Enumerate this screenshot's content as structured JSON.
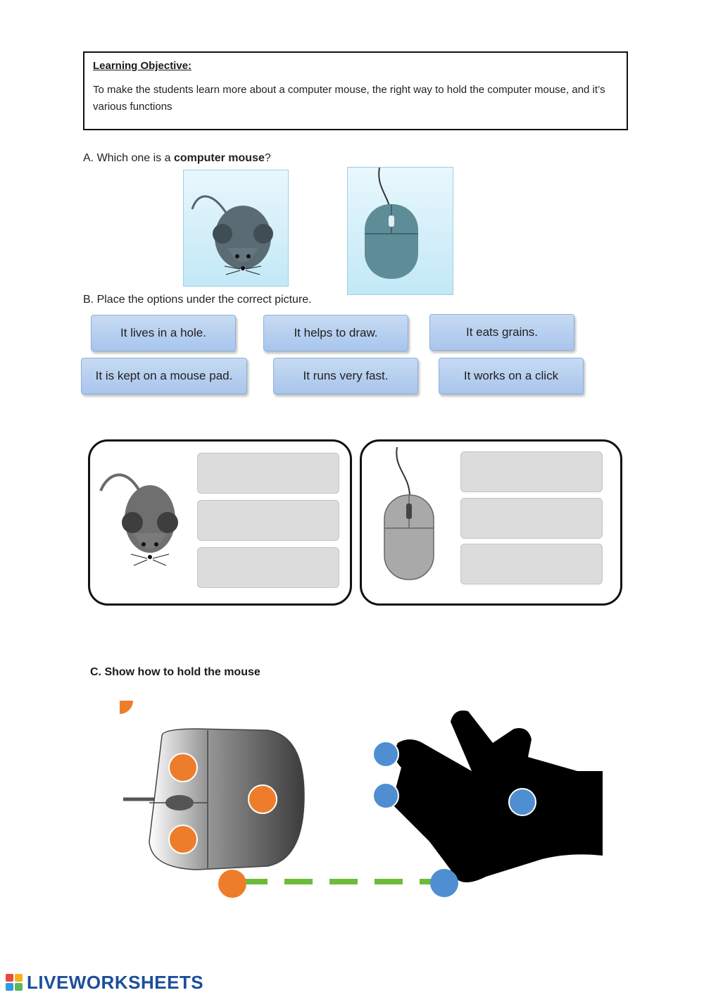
{
  "objective": {
    "title": "Learning Objective:",
    "text": "To make the students learn more about a computer mouse, the right way to hold the computer mouse, and it’s various functions"
  },
  "section_a": {
    "prefix": "A.  Which one is a ",
    "bold": "computer mouse",
    "suffix": "?",
    "options": [
      {
        "icon": "animal-mouse-icon"
      },
      {
        "icon": "computer-mouse-icon"
      }
    ]
  },
  "section_b": {
    "question": "B.  Place the options under the correct picture.",
    "options": [
      "It lives in a hole.",
      "It helps to draw.",
      "It eats grains.",
      "It is kept on a mouse pad.",
      "It runs very fast.",
      "It works on a click"
    ],
    "panels": [
      {
        "icon": "animal-mouse-icon"
      },
      {
        "icon": "computer-mouse-icon"
      }
    ]
  },
  "section_c": {
    "question": "C.   Show how to hold the mouse",
    "colors": {
      "mouse_points": "#ee7d2b",
      "hand_points": "#4f8fd1",
      "connector": "#6dbb3a"
    }
  },
  "brand": {
    "name": "LIVEWORKSHEETS"
  }
}
